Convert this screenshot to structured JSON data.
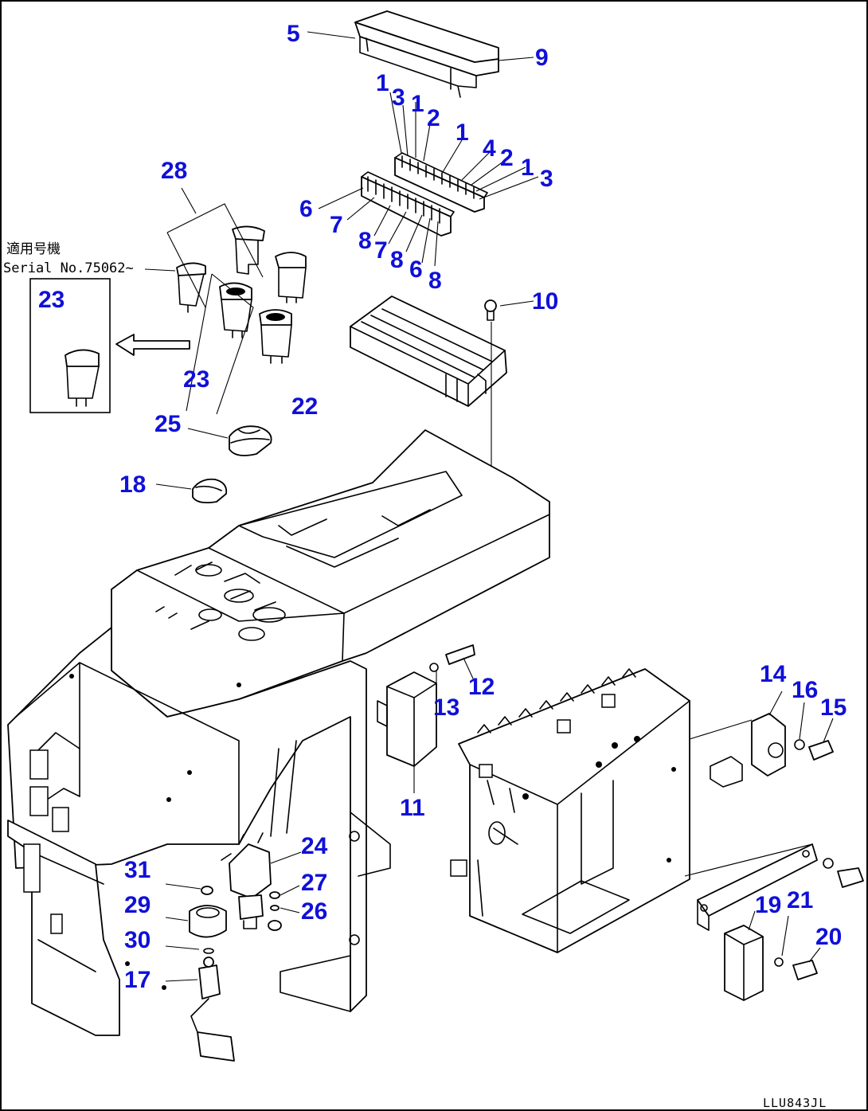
{
  "diagram": {
    "drawing_code": "LLU843JL",
    "serial_note": {
      "line1": "適用号機",
      "line2": "Serial No.75062~"
    },
    "callouts": [
      {
        "id": "c5",
        "text": "5"
      },
      {
        "id": "c9",
        "text": "9"
      },
      {
        "id": "c1a",
        "text": "1"
      },
      {
        "id": "c3a",
        "text": "3"
      },
      {
        "id": "c1b",
        "text": "1"
      },
      {
        "id": "c2a",
        "text": "2"
      },
      {
        "id": "c1c",
        "text": "1"
      },
      {
        "id": "c4",
        "text": "4"
      },
      {
        "id": "c2b",
        "text": "2"
      },
      {
        "id": "c1d",
        "text": "1"
      },
      {
        "id": "c3b",
        "text": "3"
      },
      {
        "id": "c6a",
        "text": "6"
      },
      {
        "id": "c7a",
        "text": "7"
      },
      {
        "id": "c8a",
        "text": "8"
      },
      {
        "id": "c7b",
        "text": "7"
      },
      {
        "id": "c8b",
        "text": "8"
      },
      {
        "id": "c6b",
        "text": "6"
      },
      {
        "id": "c8c",
        "text": "8"
      },
      {
        "id": "c28",
        "text": "28"
      },
      {
        "id": "c23a",
        "text": "23"
      },
      {
        "id": "c23b",
        "text": "23"
      },
      {
        "id": "c22",
        "text": "22"
      },
      {
        "id": "c10",
        "text": "10"
      },
      {
        "id": "c25",
        "text": "25"
      },
      {
        "id": "c18",
        "text": "18"
      },
      {
        "id": "c12",
        "text": "12"
      },
      {
        "id": "c13",
        "text": "13"
      },
      {
        "id": "c11",
        "text": "11"
      },
      {
        "id": "c14",
        "text": "14"
      },
      {
        "id": "c16",
        "text": "16"
      },
      {
        "id": "c15",
        "text": "15"
      },
      {
        "id": "c24",
        "text": "24"
      },
      {
        "id": "c27",
        "text": "27"
      },
      {
        "id": "c26",
        "text": "26"
      },
      {
        "id": "c31",
        "text": "31"
      },
      {
        "id": "c29",
        "text": "29"
      },
      {
        "id": "c30",
        "text": "30"
      },
      {
        "id": "c17",
        "text": "17"
      },
      {
        "id": "c19",
        "text": "19"
      },
      {
        "id": "c21",
        "text": "21"
      },
      {
        "id": "c20",
        "text": "20"
      }
    ]
  }
}
